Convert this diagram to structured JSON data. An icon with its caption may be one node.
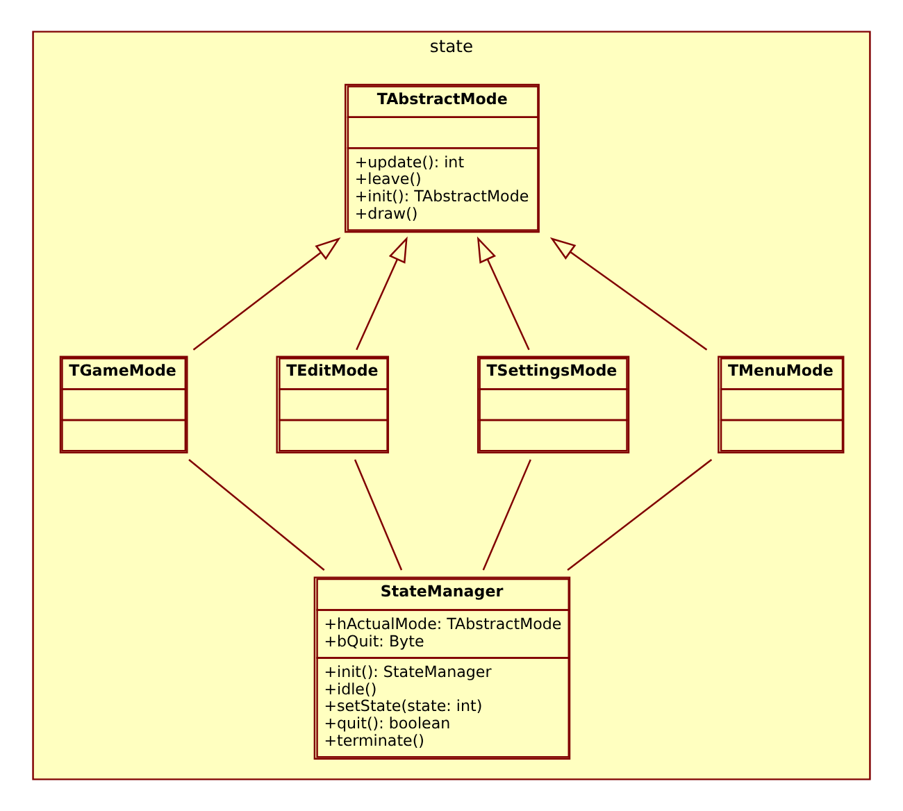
{
  "diagram": {
    "nodes": [
      {
        "text": [
          "state"
        ]
      },
      {
        "text": [
          "TAbstractMode",
          "+update(): int",
          "+leave()",
          "+init(): TAbstractMode",
          "+draw()"
        ],
        "in": 0
      },
      {
        "text": [
          "TGameMode"
        ],
        "in": 0
      },
      {
        "text": [
          "TEditMode"
        ],
        "in": 0
      },
      {
        "text": [
          "TSettingsMode"
        ],
        "in": 0
      },
      {
        "text": [
          "TMenuMode"
        ],
        "in": 0
      },
      {
        "text": [
          "StateManager",
          "+hActualMode: TAbstractMode",
          "+bQuit: Byte",
          "+init(): StateManager",
          "+idle()",
          "+setState(state: int)",
          "+quit(): boolean",
          "+terminate()"
        ],
        "in": 0
      }
    ],
    "edges": [
      {
        "from": 2,
        "to": 1,
        "arrow": "to"
      },
      {
        "from": 3,
        "to": 1,
        "arrow": "to"
      },
      {
        "from": 4,
        "to": 1,
        "arrow": "to"
      },
      {
        "from": 5,
        "to": 1,
        "arrow": "to"
      },
      {
        "from": 2,
        "to": 6,
        "arrow": "none"
      },
      {
        "from": 3,
        "to": 6,
        "arrow": "none"
      },
      {
        "from": 4,
        "to": 6,
        "arrow": "none"
      },
      {
        "from": 5,
        "to": 6,
        "arrow": "none"
      }
    ]
  }
}
